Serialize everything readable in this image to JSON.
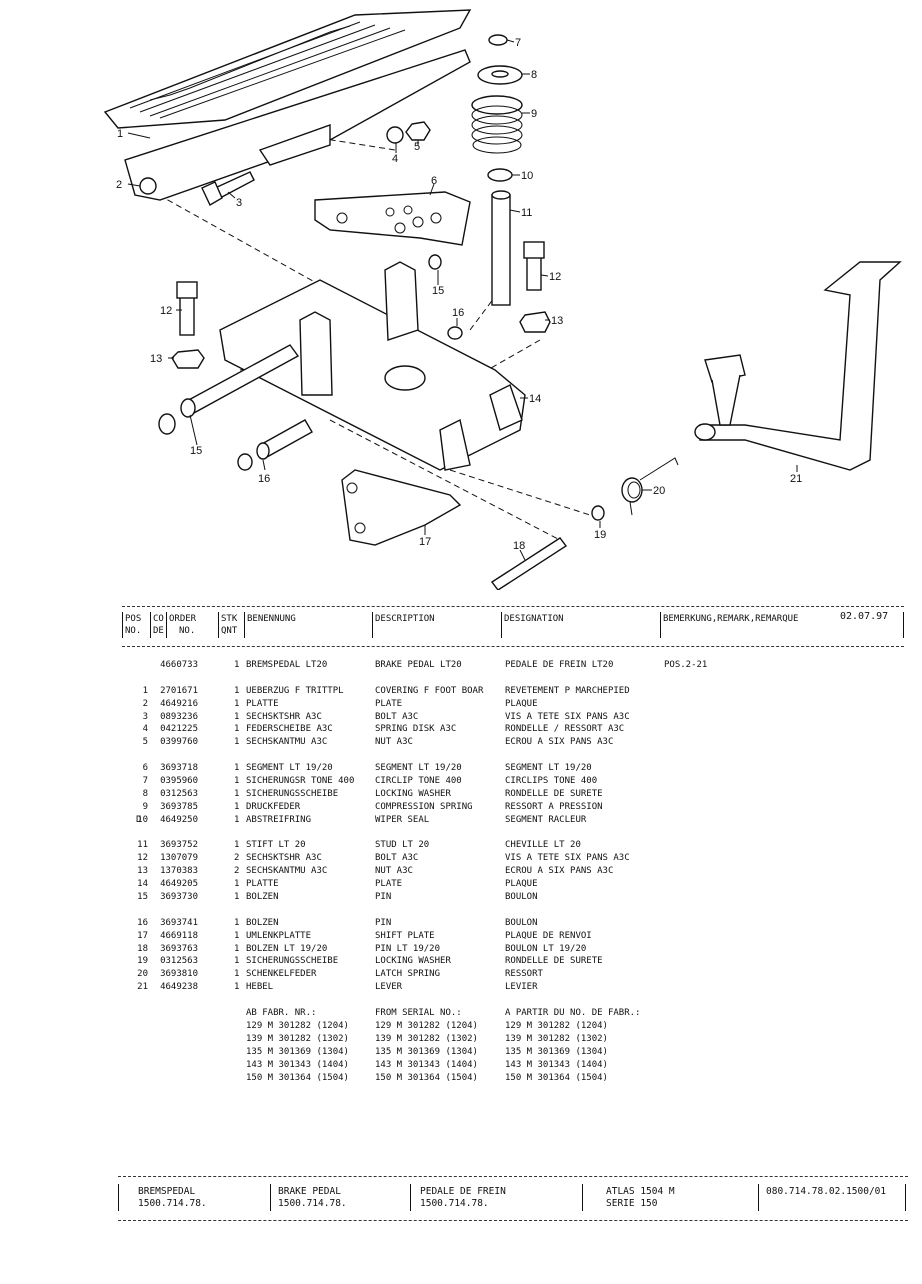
{
  "diagram": {
    "callouts": [
      "1",
      "2",
      "3",
      "4",
      "5",
      "6",
      "7",
      "8",
      "9",
      "10",
      "11",
      "12",
      "12",
      "13",
      "13",
      "14",
      "15",
      "15",
      "16",
      "16",
      "17",
      "18",
      "19",
      "20",
      "21"
    ]
  },
  "table": {
    "headers": {
      "pos_line1": "POS",
      "pos_line2": "NO.",
      "co_line1": "CO",
      "co_line2": "DE",
      "order_line1": "ORDER",
      "order_line2": "NO.",
      "stk_line1": "STK",
      "stk_line2": "QNT",
      "benennung": "BENENNUNG",
      "description": "DESCRIPTION",
      "designation": "DESIGNATION",
      "remark": "BEMERKUNG,REMARK,REMARQUE"
    },
    "date": "02.07.97",
    "assembly": {
      "order": "4660733",
      "stk": "1",
      "benennung": "BREMSPEDAL LT20",
      "description": "BRAKE PEDAL LT20",
      "designation": "PEDALE DE FREIN LT20",
      "remark": "POS.2-21"
    },
    "groups": [
      [
        {
          "pos": "1",
          "co": "",
          "order": "2701671",
          "stk": "1",
          "benennung": "UEBERZUG F TRITTPL",
          "description": "COVERING F FOOT BOAR",
          "designation": "REVETEMENT P MARCHEPIED"
        },
        {
          "pos": "2",
          "co": "",
          "order": "4649216",
          "stk": "1",
          "benennung": "PLATTE",
          "description": "PLATE",
          "designation": "PLAQUE"
        },
        {
          "pos": "3",
          "co": "",
          "order": "0893236",
          "stk": "1",
          "benennung": "SECHSKTSHR A3C",
          "description": "BOLT A3C",
          "designation": "VIS A TETE SIX PANS A3C"
        },
        {
          "pos": "4",
          "co": "",
          "order": "0421225",
          "stk": "1",
          "benennung": "FEDERSCHEIBE A3C",
          "description": "SPRING DISK A3C",
          "designation": "RONDELLE / RESSORT A3C"
        },
        {
          "pos": "5",
          "co": "",
          "order": "0399760",
          "stk": "1",
          "benennung": "SECHSKANTMU A3C",
          "description": "NUT A3C",
          "designation": "ECROU A SIX PANS A3C"
        }
      ],
      [
        {
          "pos": "6",
          "co": "",
          "order": "3693718",
          "stk": "1",
          "benennung": "SEGMENT LT 19/20",
          "description": "SEGMENT LT 19/20",
          "designation": "SEGMENT LT 19/20"
        },
        {
          "pos": "7",
          "co": "",
          "order": "0395960",
          "stk": "1",
          "benennung": "SICHERUNGSR TONE 400",
          "description": "CIRCLIP TONE 400",
          "designation": "CIRCLIPS TONE 400"
        },
        {
          "pos": "8",
          "co": "",
          "order": "0312563",
          "stk": "1",
          "benennung": "SICHERUNGSSCHEIBE",
          "description": "LOCKING WASHER",
          "designation": "RONDELLE DE SURETE"
        },
        {
          "pos": "9",
          "co": "",
          "order": "3693785",
          "stk": "1",
          "benennung": "DRUCKFEDER",
          "description": "COMPRESSION SPRING",
          "designation": "RESSORT A PRESSION"
        },
        {
          "pos": "10",
          "co": "D",
          "order": "4649250",
          "stk": "1",
          "benennung": "ABSTREIFRING",
          "description": "WIPER SEAL",
          "designation": "SEGMENT RACLEUR"
        }
      ],
      [
        {
          "pos": "11",
          "co": "",
          "order": "3693752",
          "stk": "1",
          "benennung": "STIFT LT 20",
          "description": "STUD LT 20",
          "designation": "CHEVILLE LT 20"
        },
        {
          "pos": "12",
          "co": "",
          "order": "1307079",
          "stk": "2",
          "benennung": "SECHSKTSHR A3C",
          "description": "BOLT A3C",
          "designation": "VIS A TETE SIX PANS A3C"
        },
        {
          "pos": "13",
          "co": "",
          "order": "1370383",
          "stk": "2",
          "benennung": "SECHSKANTMU A3C",
          "description": "NUT A3C",
          "designation": "ECROU A SIX PANS A3C"
        },
        {
          "pos": "14",
          "co": "",
          "order": "4649205",
          "stk": "1",
          "benennung": "PLATTE",
          "description": "PLATE",
          "designation": "PLAQUE"
        },
        {
          "pos": "15",
          "co": "",
          "order": "3693730",
          "stk": "1",
          "benennung": "BOLZEN",
          "description": "PIN",
          "designation": "BOULON"
        }
      ],
      [
        {
          "pos": "16",
          "co": "",
          "order": "3693741",
          "stk": "1",
          "benennung": "BOLZEN",
          "description": "PIN",
          "designation": "BOULON"
        },
        {
          "pos": "17",
          "co": "",
          "order": "4669118",
          "stk": "1",
          "benennung": "UMLENKPLATTE",
          "description": "SHIFT PLATE",
          "designation": "PLAQUE DE RENVOI"
        },
        {
          "pos": "18",
          "co": "",
          "order": "3693763",
          "stk": "1",
          "benennung": "BOLZEN LT 19/20",
          "description": "PIN LT 19/20",
          "designation": "BOULON LT 19/20"
        },
        {
          "pos": "19",
          "co": "",
          "order": "0312563",
          "stk": "1",
          "benennung": "SICHERUNGSSCHEIBE",
          "description": "LOCKING WASHER",
          "designation": "RONDELLE DE SURETE"
        },
        {
          "pos": "20",
          "co": "",
          "order": "3693810",
          "stk": "1",
          "benennung": "SCHENKELFEDER",
          "description": "LATCH SPRING",
          "designation": "RESSORT"
        },
        {
          "pos": "21",
          "co": "",
          "order": "4649238",
          "stk": "1",
          "benennung": "HEBEL",
          "description": "LEVER",
          "designation": "LEVIER"
        }
      ]
    ],
    "serial": {
      "benennung": [
        "AB FABR. NR.:",
        "129 M 301282 (1204)",
        "139 M 301282 (1302)",
        "135 M 301369 (1304)",
        "143 M 301343 (1404)",
        "150 M 301364 (1504)"
      ],
      "description": [
        "FROM SERIAL NO.:",
        "129 M 301282 (1204)",
        "139 M 301282 (1302)",
        "135 M 301369 (1304)",
        "143 M 301343 (1404)",
        "150 M 301364 (1504)"
      ],
      "designation": [
        "A PARTIR DU NO. DE FABR.:",
        "129 M 301282 (1204)",
        "139 M 301282 (1302)",
        "135 M 301369 (1304)",
        "143 M 301343 (1404)",
        "150 M 301364 (1504)"
      ]
    }
  },
  "footer": {
    "de_title": "BREMSPEDAL",
    "de_code": "1500.714.78.",
    "en_title": "BRAKE PEDAL",
    "en_code": "1500.714.78.",
    "fr_title": "PEDALE DE FREIN",
    "fr_code": "1500.714.78.",
    "model": "ATLAS 1504 M",
    "series": "SERIE 150",
    "doc_number": "080.714.78.02.1500/01"
  }
}
